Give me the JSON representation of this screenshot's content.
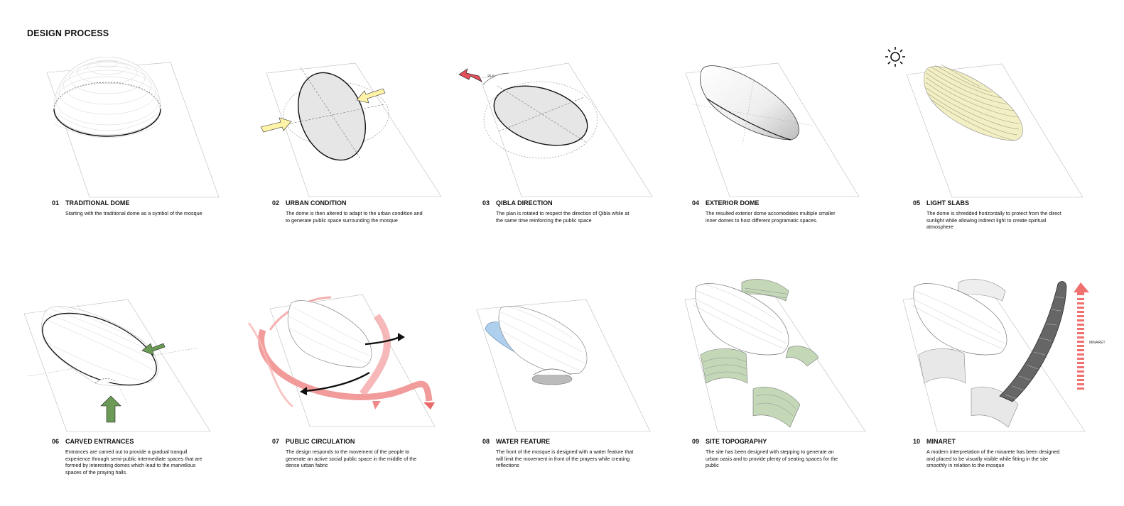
{
  "title": "DESIGN PROCESS",
  "annotations": {
    "angle": "26.6",
    "minaret_label": "MINARET"
  },
  "colors": {
    "yellow_arrow": "#fff3a8",
    "red_arrow": "#e8505b",
    "green_arrow": "#6a9a55",
    "water": "#aed0ee",
    "landscape_green": "#c4d8b8",
    "slab_yellow": "#f3efc4",
    "circulation_red": "#f08a8a"
  },
  "steps": [
    {
      "num": "01",
      "title": "TRADITIONAL DOME",
      "text": "Starting with the traditional dome as a symbol of the mosque"
    },
    {
      "num": "02",
      "title": "URBAN CONDITION",
      "text": "The dome is then altered to adapt to the urban condition and to generate public space surrounding the mosque"
    },
    {
      "num": "03",
      "title": "QIBLA DIRECTION",
      "text": "The plan is rotated to respect the direction of Qibla while at the same time reinforcing the public space"
    },
    {
      "num": "04",
      "title": "EXTERIOR DOME",
      "text": "The resulted exterior dome accomodates multiple smaller inner domes to host different programatic spaces."
    },
    {
      "num": "05",
      "title": "LIGHT SLABS",
      "text": "The dome is shredded horizontally to protect from the direct sunlight while allowing indirect light to create spiritual atmosphere"
    },
    {
      "num": "06",
      "title": "CARVED ENTRANCES",
      "text": "Entrances are carved out to provide a gradual tranquil experience through semi-public intermediate spaces that are formed by interesting domes which lead to the marvellous spaces of the praying halls."
    },
    {
      "num": "07",
      "title": "PUBLIC CIRCULATION",
      "text": "The design responds to the movement of the people to generate an active social public space in the middle of the dense urban fabric"
    },
    {
      "num": "08",
      "title": "WATER FEATURE",
      "text": "The front of the mosque is designed with a water feature that will limit the movement in front of the prayers while creating reflections"
    },
    {
      "num": "09",
      "title": "SITE TOPOGRAPHY",
      "text": "The site has been designed with stepping to generate an urban oasis and to provide plenty of seating spaces for the public"
    },
    {
      "num": "10",
      "title": "MINARET",
      "text": "A modern interpretation of the minarete has been designed and placed to be visually visible while fitting in the site smoothly in relation to the mosque"
    }
  ]
}
